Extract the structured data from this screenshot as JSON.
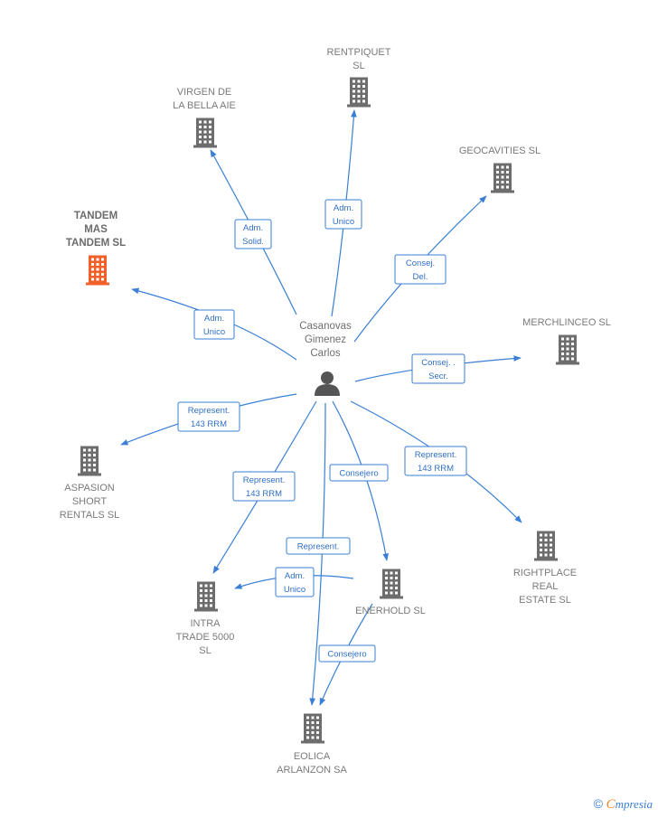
{
  "colors": {
    "edge": "#3a7fd5",
    "building": "#6d6d6d",
    "highlight": "#f0602a",
    "person": "#555555"
  },
  "center": {
    "name_lines": [
      "Casanovas",
      "Gimenez",
      "Carlos"
    ],
    "icon": "person-icon"
  },
  "companies": [
    {
      "id": "rentpiquet",
      "lines": [
        "RENTPIQUET",
        "SL"
      ],
      "icon": "building-icon",
      "highlight": false
    },
    {
      "id": "virgen",
      "lines": [
        "VIRGEN DE",
        "LA BELLA AIE"
      ],
      "icon": "building-icon",
      "highlight": false
    },
    {
      "id": "geocavities",
      "lines": [
        "GEOCAVITIES SL"
      ],
      "icon": "building-icon",
      "highlight": false
    },
    {
      "id": "tandem",
      "lines": [
        "TANDEM",
        "MAS",
        "TANDEM  SL"
      ],
      "icon": "building-icon",
      "highlight": true
    },
    {
      "id": "merchlinceo",
      "lines": [
        "MERCHLINCEO SL"
      ],
      "icon": "building-icon",
      "highlight": false
    },
    {
      "id": "aspasion",
      "lines": [
        "ASPASION",
        "SHORT",
        "RENTALS SL"
      ],
      "icon": "building-icon",
      "highlight": false
    },
    {
      "id": "rightplace",
      "lines": [
        "RIGHTPLACE",
        "REAL",
        "ESTATE  SL"
      ],
      "icon": "building-icon",
      "highlight": false
    },
    {
      "id": "intra",
      "lines": [
        "INTRA",
        "TRADE 5000",
        "SL"
      ],
      "icon": "building-icon",
      "highlight": false
    },
    {
      "id": "enerhold",
      "lines": [
        "ENERHOLD SL"
      ],
      "icon": "building-icon",
      "highlight": false
    },
    {
      "id": "eolica",
      "lines": [
        "EOLICA",
        "ARLANZON SA"
      ],
      "icon": "building-icon",
      "highlight": false
    }
  ],
  "relations": [
    {
      "from": "center",
      "to": "rentpiquet",
      "lines": [
        "Adm.",
        "Unico"
      ]
    },
    {
      "from": "center",
      "to": "virgen",
      "lines": [
        "Adm.",
        "Solid."
      ]
    },
    {
      "from": "center",
      "to": "geocavities",
      "lines": [
        "Consej.",
        "Del."
      ]
    },
    {
      "from": "center",
      "to": "tandem",
      "lines": [
        "Adm.",
        "Unico"
      ]
    },
    {
      "from": "center",
      "to": "merchlinceo",
      "lines": [
        "Consej. .",
        "Secr."
      ]
    },
    {
      "from": "center",
      "to": "aspasion",
      "lines": [
        "Represent.",
        "143 RRM"
      ]
    },
    {
      "from": "center",
      "to": "rightplace",
      "lines": [
        "Represent.",
        "143 RRM"
      ]
    },
    {
      "from": "center",
      "to": "intra",
      "lines": [
        "Represent.",
        "143 RRM"
      ]
    },
    {
      "from": "center",
      "to": "enerhold",
      "lines": [
        "Consejero"
      ]
    },
    {
      "from": "center",
      "to": "eolica",
      "lines": [
        "Represent."
      ]
    },
    {
      "from": "enerhold",
      "to": "intra",
      "lines": [
        "Adm.",
        "Unico"
      ]
    },
    {
      "from": "enerhold",
      "to": "eolica",
      "lines": [
        "Consejero"
      ]
    }
  ],
  "footer": {
    "copyright": "©",
    "brand_first": "C",
    "brand_rest": "mpresia"
  }
}
